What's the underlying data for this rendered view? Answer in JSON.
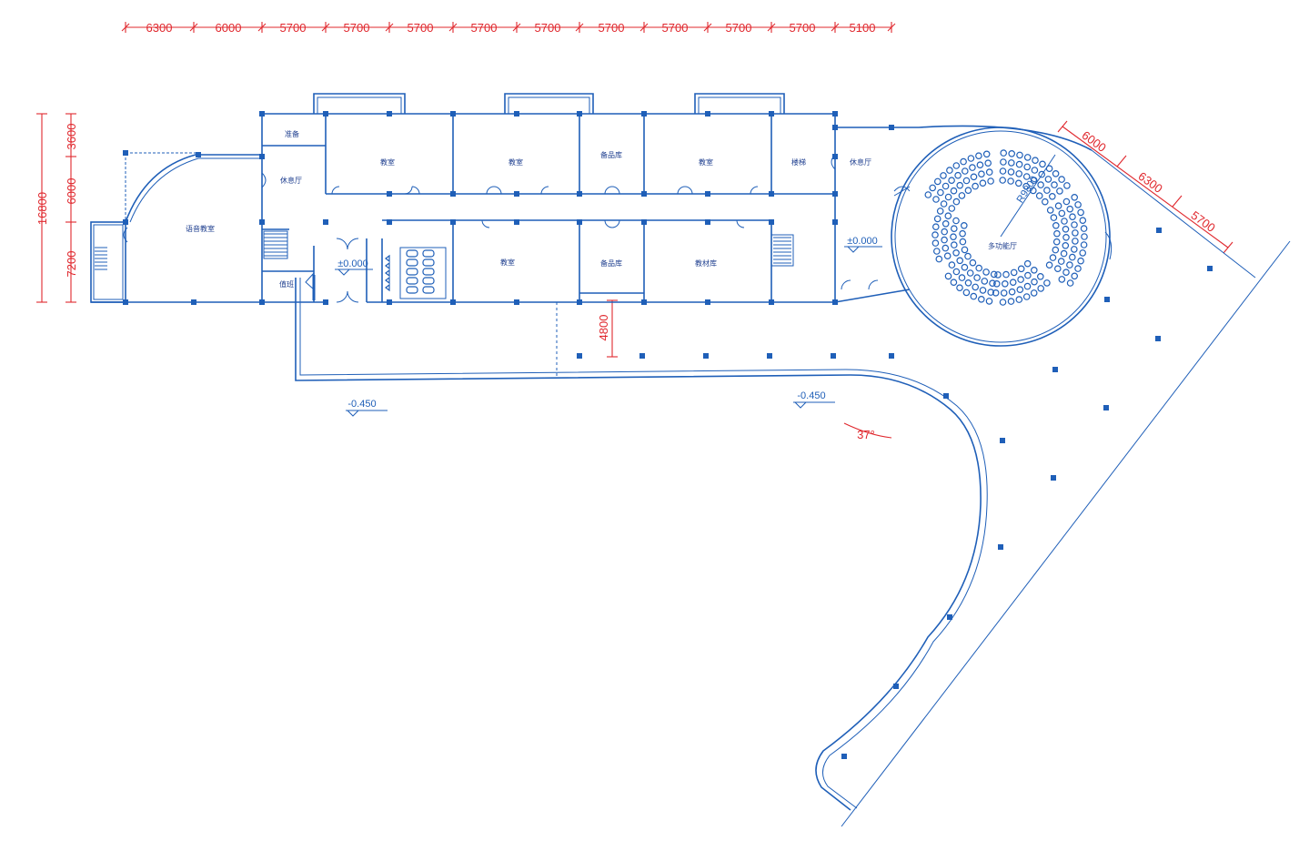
{
  "dimensions": {
    "top": [
      "6300",
      "6000",
      "5700",
      "5700",
      "5700",
      "5700",
      "5700",
      "5700",
      "5700",
      "5700",
      "5700",
      "5100"
    ],
    "left_total": "16800",
    "left_parts": [
      "3600",
      "6000",
      "7200"
    ],
    "diag": [
      "6000",
      "6300",
      "5700"
    ],
    "overhang": "4800",
    "radius": "R9800",
    "angle": "37°"
  },
  "rooms": {
    "prep": "准备",
    "lounge_left": "休息厅",
    "language_lab": "语音教室",
    "duty": "值班",
    "classroom_1": "教室",
    "classroom_2": "教室",
    "storage_1": "备品库",
    "classroom_3": "教室",
    "stair_room": "楼梯",
    "lounge_right": "休息厅",
    "classroom_4": "教室",
    "storage_2": "备品库",
    "materials": "教材库",
    "hall": "多功能厅"
  },
  "levels": {
    "entry_left": "±0.000",
    "entry_right": "±0.000",
    "ground_left": "-0.450",
    "ground_right": "-0.450"
  },
  "colors": {
    "wall": "#1f5fb8",
    "dimension": "#e0282e",
    "background": "#ffffff"
  }
}
